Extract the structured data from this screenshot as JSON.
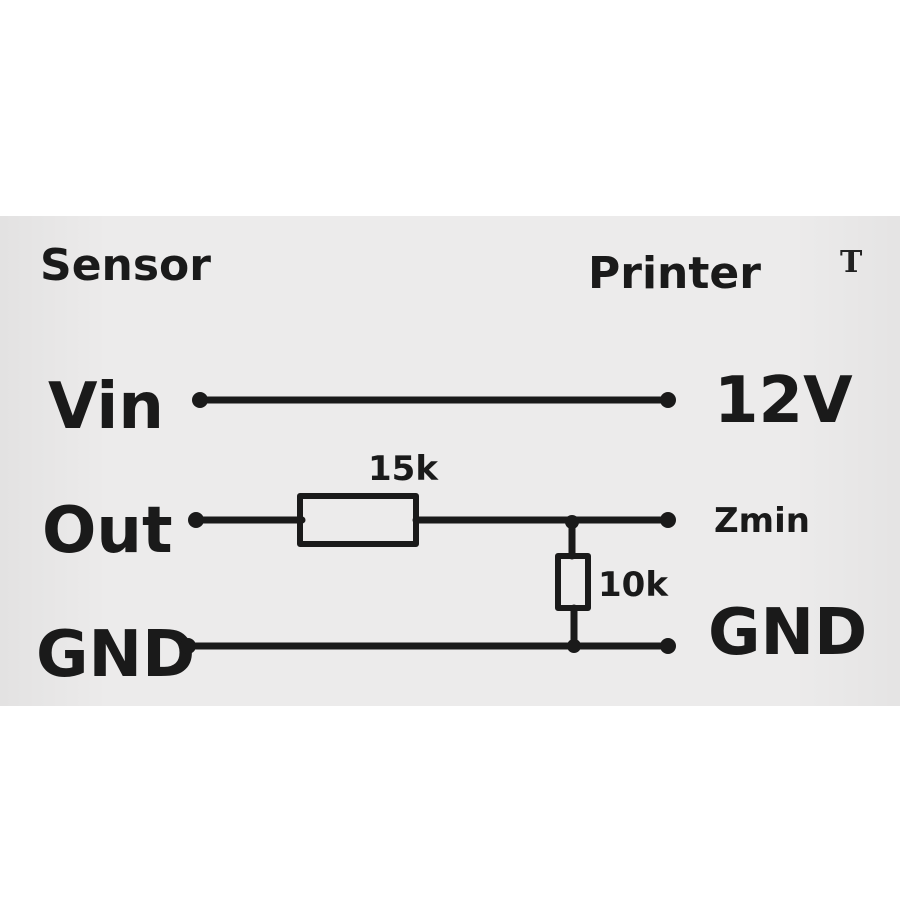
{
  "diagram": {
    "left_header": "Sensor",
    "right_header": "Printer",
    "corner_mark": "T",
    "left_pins": [
      "Vin",
      "Out",
      "GND"
    ],
    "right_pins": [
      "12V",
      "Zmin",
      "GND"
    ],
    "resistor_series": "15k",
    "resistor_shunt": "10k"
  }
}
